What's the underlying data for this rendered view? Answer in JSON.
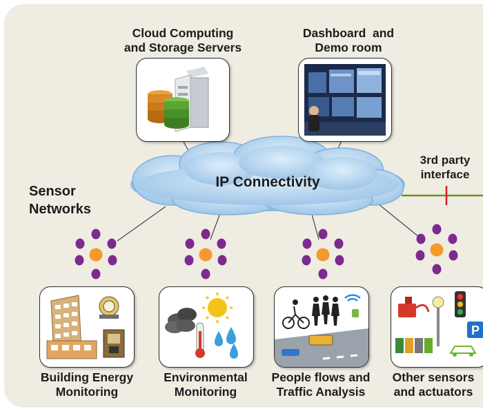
{
  "cloud": {
    "label": "IP Connectivity"
  },
  "servers": {
    "line1": "Cloud Computing",
    "line2": "and Storage Servers"
  },
  "dashboard": {
    "line1": "Dashboard  and",
    "line2": "Demo room"
  },
  "sensor_networks": {
    "line1": "Sensor",
    "line2": "Networks"
  },
  "third_party": {
    "line1": "3rd party",
    "line2": "interface"
  },
  "apps": [
    {
      "line1": "Building Energy",
      "line2": "Monitoring"
    },
    {
      "line1": "Environmental",
      "line2": "Monitoring"
    },
    {
      "line1": "People flows and",
      "line2": "Traffic Analysis"
    },
    {
      "line1": "Other sensors",
      "line2": "and actuators"
    }
  ],
  "colors": {
    "panel": "#efece2",
    "cloud": "#c4dcf1",
    "node_center": "#f39a2a",
    "node_petal": "#7d2a8e",
    "interface_line": "#6b8e23",
    "interface_tick": "#cc2222"
  }
}
